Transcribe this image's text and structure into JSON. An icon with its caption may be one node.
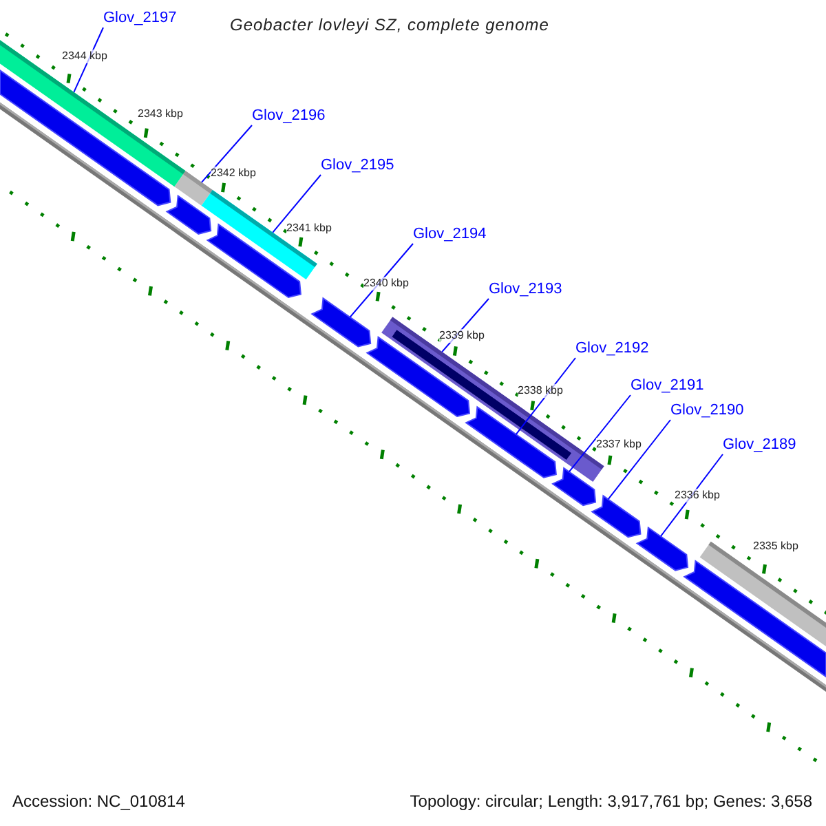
{
  "diagram": {
    "title": "Geobacter lovleyi SZ, complete genome",
    "nodes": [
      {
        "text": [
          "Glov_2197"
        ]
      },
      {
        "text": [
          "Glov_2196"
        ]
      },
      {
        "text": [
          "Glov_2195"
        ]
      },
      {
        "text": [
          "Glov_2194"
        ]
      },
      {
        "text": [
          "Glov_2193"
        ]
      },
      {
        "text": [
          "Glov_2192"
        ]
      },
      {
        "text": [
          "Glov_2191"
        ]
      },
      {
        "text": [
          "Glov_2190"
        ]
      },
      {
        "text": [
          "Glov_2189"
        ]
      },
      {
        "text": [],
        "shape": "bar"
      },
      {
        "text": [],
        "shape": "bar"
      },
      {
        "text": [],
        "shape": "bar"
      },
      {
        "text": [],
        "shape": "bar"
      },
      {
        "text": [],
        "shape": "bar",
        "in": 12
      },
      {
        "text": [],
        "shape": "bar"
      },
      {
        "text": [],
        "shape": "bar"
      },
      {
        "text": [],
        "shape": "bar"
      },
      {
        "text": [],
        "shape": "bar"
      },
      {
        "text": [],
        "shape": "bar"
      },
      {
        "text": [],
        "shape": "bar"
      },
      {
        "text": [],
        "shape": "bar"
      },
      {
        "text": [],
        "shape": "bar"
      },
      {
        "text": [],
        "shape": "bar"
      },
      {
        "text": [],
        "shape": "bar"
      },
      {
        "text": [],
        "shape": "bar"
      }
    ],
    "edges": [
      {
        "from": 0,
        "to": 9,
        "arrow": "none"
      },
      {
        "from": 1,
        "to": 10,
        "arrow": "none"
      },
      {
        "from": 2,
        "to": 11,
        "arrow": "none"
      },
      {
        "from": 3,
        "to": 18,
        "arrow": "none"
      },
      {
        "from": 4,
        "to": 12,
        "arrow": "none"
      },
      {
        "from": 5,
        "to": 20,
        "arrow": "none"
      },
      {
        "from": 6,
        "to": 21,
        "arrow": "none"
      },
      {
        "from": 7,
        "to": 22,
        "arrow": "none"
      },
      {
        "from": 8,
        "to": 23,
        "arrow": "none"
      }
    ],
    "labels": [
      "2344 kbp",
      "2343 kbp",
      "2342 kbp",
      "2341 kbp",
      "2340 kbp",
      "2339 kbp",
      "2338 kbp",
      "2337 kbp",
      "2336 kbp",
      "2335 kbp",
      "Accession: NC_010814",
      "Topology: circular; Length: 3,917,761 bp; Genes: 3,658"
    ]
  }
}
